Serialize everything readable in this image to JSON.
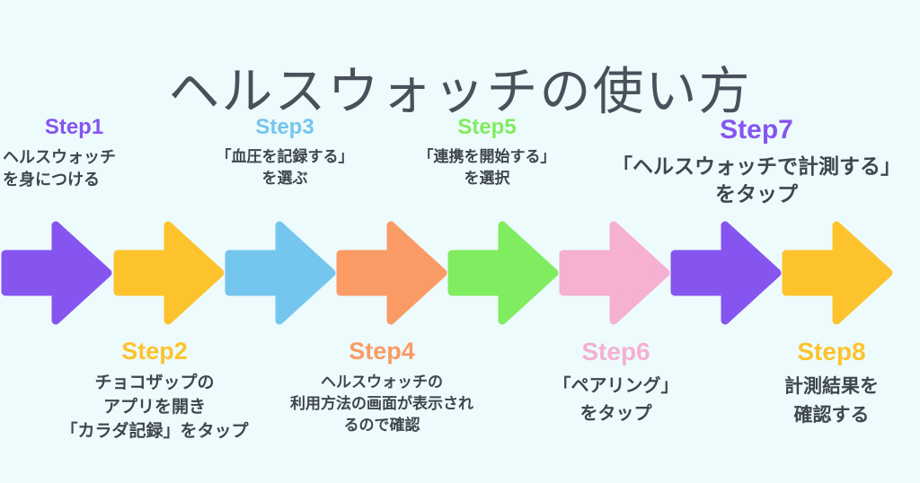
{
  "title": "ヘルスウォッチの使い方",
  "colors": {
    "background": "#edfbfc",
    "title_text": "#49505b",
    "body_text": "#3f464f",
    "purple": "#8655f0",
    "yellow": "#fdc32d",
    "blue": "#75c6ee",
    "orange": "#fa9b66",
    "green": "#80ec5f",
    "pink": "#f6b0d1"
  },
  "steps": [
    {
      "label": "Step1",
      "color": "#8655f0",
      "position": "above",
      "text": "ヘルスウォッチ\nを身につける"
    },
    {
      "label": "Step2",
      "color": "#fdc32d",
      "position": "below",
      "text": "チョコザップの\nアプリを開き\n「カラダ記録」をタップ"
    },
    {
      "label": "Step3",
      "color": "#75c6ee",
      "position": "above",
      "text": "「血圧を記録する」\nを選ぶ"
    },
    {
      "label": "Step4",
      "color": "#fa9b66",
      "position": "below",
      "text": "ヘルスウォッチの\n利用方法の画面が表示され\nるので確認"
    },
    {
      "label": "Step5",
      "color": "#80ec5f",
      "position": "above",
      "text": "「連携を開始する」\nを選択"
    },
    {
      "label": "Step6",
      "color": "#f6b0d1",
      "position": "below",
      "text": "「ペアリング」\nをタップ"
    },
    {
      "label": "Step7",
      "color": "#8655f0",
      "position": "above",
      "text": "「ヘルスウォッチで計測する」\nをタップ"
    },
    {
      "label": "Step8",
      "color": "#fdc32d",
      "position": "below",
      "text": "計測結果を\n確認する"
    }
  ],
  "arrows": [
    {
      "name": "arrow-1",
      "color": "#8655f0"
    },
    {
      "name": "arrow-2",
      "color": "#fdc32d"
    },
    {
      "name": "arrow-3",
      "color": "#75c6ee"
    },
    {
      "name": "arrow-4",
      "color": "#fa9b66"
    },
    {
      "name": "arrow-5",
      "color": "#80ec5f"
    },
    {
      "name": "arrow-6",
      "color": "#f6b0d1"
    },
    {
      "name": "arrow-7",
      "color": "#8655f0"
    },
    {
      "name": "arrow-8",
      "color": "#fdc32d"
    }
  ]
}
